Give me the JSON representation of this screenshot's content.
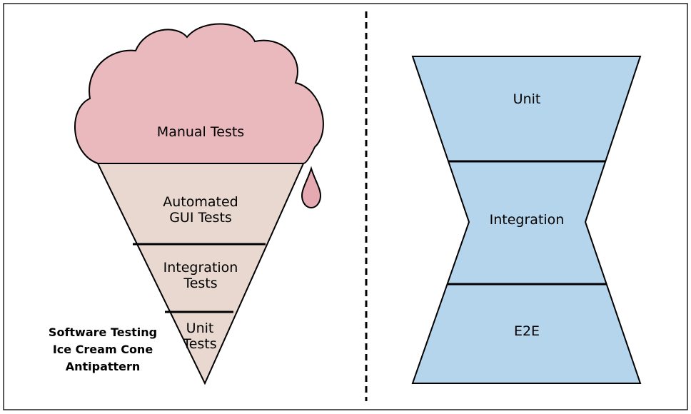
{
  "colors": {
    "cloud_fill": "#EAB9BE",
    "cone_fill": "#E8D8CF",
    "drip_fill": "#E5A9B1",
    "hourglass_fill": "#B4D5EC",
    "stroke": "#000000"
  },
  "ice_cream_cone": {
    "top": "Manual Tests",
    "layer_1": [
      "Automated",
      "GUI Tests"
    ],
    "layer_2": [
      "Integration",
      "Tests"
    ],
    "layer_3": [
      "Unit",
      "Tests"
    ],
    "caption": [
      "Software Testing",
      "Ice Cream Cone",
      "Antipattern"
    ]
  },
  "hourglass": {
    "top": "Unit",
    "middle": "Integration",
    "bottom": "E2E"
  }
}
